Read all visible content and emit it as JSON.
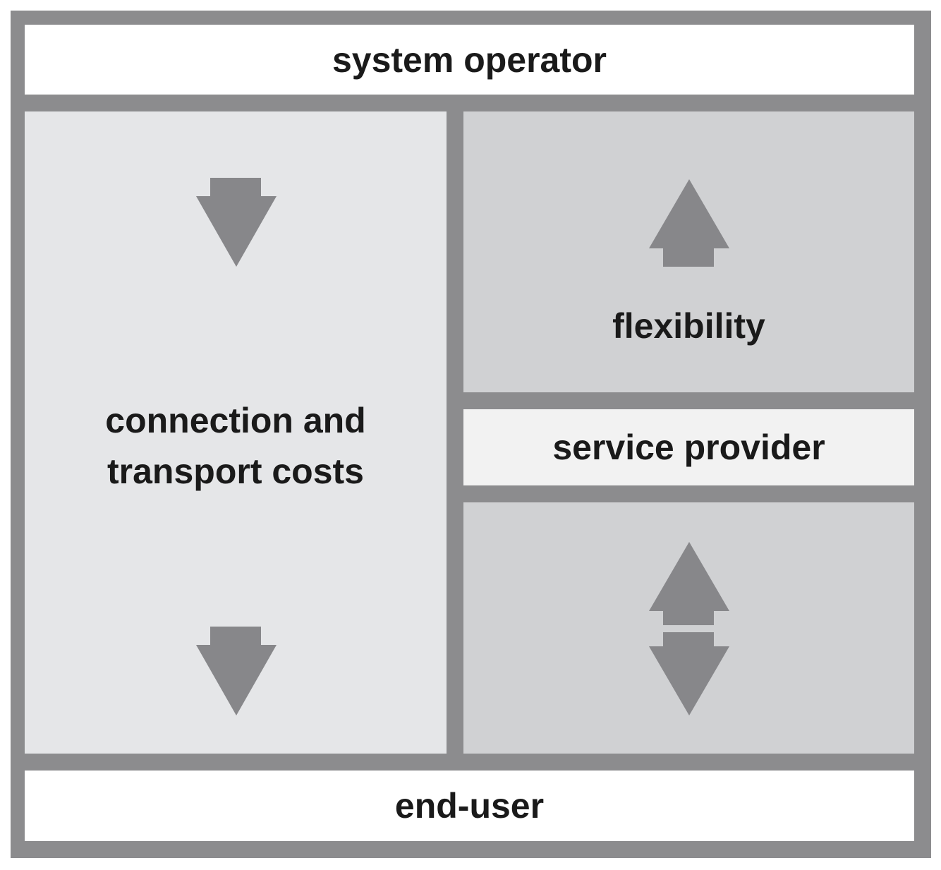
{
  "diagram": {
    "top_label": "system operator",
    "left_label_line1": "connection and",
    "left_label_line2": "transport costs",
    "right_top_label": "flexibility",
    "middle_right_label": "service provider",
    "bottom_label": "end-user"
  },
  "colors": {
    "frame": "#8c8c8e",
    "white_box": "#ffffff",
    "left_panel": "#e5e6e8",
    "right_panel": "#d0d1d3",
    "service_box": "#f2f2f2",
    "arrow": "#87878a"
  },
  "icons": {
    "left_top": "arrow-down-icon",
    "left_bottom": "arrow-down-icon",
    "right_top": "arrow-up-icon",
    "right_bottom": "arrow-up-down-icon"
  }
}
